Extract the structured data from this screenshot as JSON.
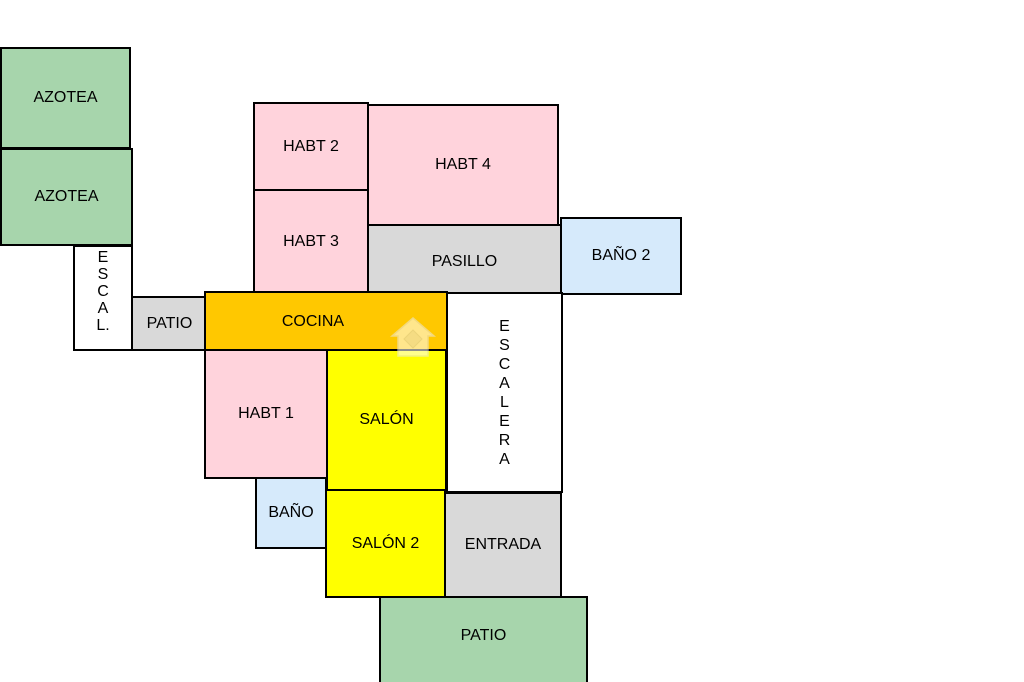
{
  "colors": {
    "green": "#a7d5ac",
    "pink": "#ffd3dc",
    "gray": "#d9d9d9",
    "blue": "#d6eafb",
    "orange": "#ffc800",
    "yellow": "#ffff00",
    "white": "#ffffff",
    "border": "#000000"
  },
  "watermark": {
    "icon": "house-logo-icon"
  },
  "rooms": {
    "azotea_1": "AZOTEA",
    "azotea_2": "AZOTEA",
    "escal": "ESCAL.",
    "patio_1": "PATIO",
    "habt2": "HABT 2",
    "habt4": "HABT 4",
    "habt3": "HABT 3",
    "pasillo": "PASILLO",
    "bano2": "BAÑO 2",
    "cocina": "COCINA",
    "escalera": "ESCALERA",
    "habt1": "HABT 1",
    "salon": "SALÓN",
    "bano": "BAÑO",
    "salon2": "SALÓN 2",
    "entrada": "ENTRADA",
    "patio_2": "PATIO"
  }
}
